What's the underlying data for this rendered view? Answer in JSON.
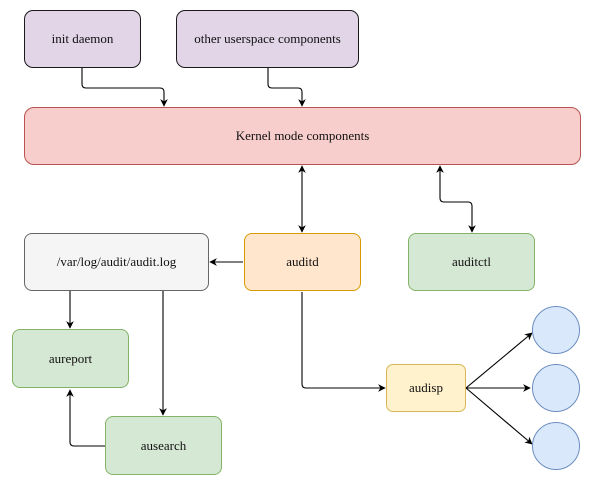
{
  "diagram": {
    "nodes": {
      "init_daemon": {
        "label": "init daemon",
        "fill": "#e1d5e7",
        "stroke": "#1a1a1a"
      },
      "other_userspace": {
        "label": "other userspace components",
        "fill": "#e1d5e7",
        "stroke": "#1a1a1a"
      },
      "kernel": {
        "label": "Kernel mode components",
        "fill": "#f8cecc",
        "stroke": "#b85450"
      },
      "audit_log": {
        "label": "/var/log/audit/audit.log",
        "fill": "#f5f5f5",
        "stroke": "#666666"
      },
      "auditd": {
        "label": "auditd",
        "fill": "#ffe6cc",
        "stroke": "#d79b00"
      },
      "auditctl": {
        "label": "auditctl",
        "fill": "#d5e8d4",
        "stroke": "#82b366"
      },
      "aureport": {
        "label": "aureport",
        "fill": "#d5e8d4",
        "stroke": "#82b366"
      },
      "ausearch": {
        "label": "ausearch",
        "fill": "#d5e8d4",
        "stroke": "#82b366"
      },
      "audisp": {
        "label": "audisp",
        "fill": "#fff2cc",
        "stroke": "#d6b656"
      }
    },
    "plugin_circles": {
      "count": 3,
      "fill": "#dae8fc",
      "stroke": "#6c8ebf"
    },
    "edge_color": "#000000"
  }
}
